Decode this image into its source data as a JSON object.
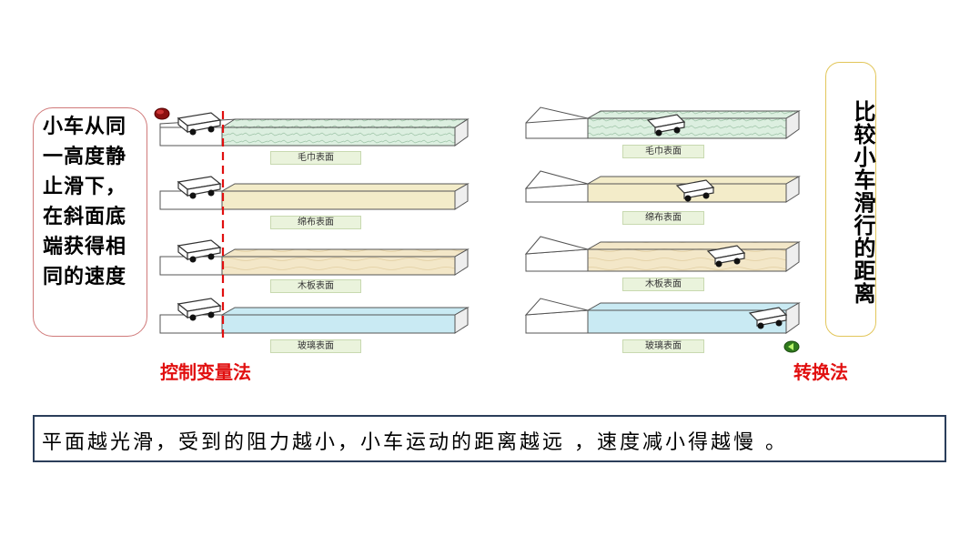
{
  "left_callout": "小车从同一高度静止滑下，在斜面底端获得相同的速度",
  "right_callout": "比较小车滑行的距离",
  "method_left": "控制变量法",
  "method_right": "转换法",
  "conclusion": "平面越光滑，受到的阻力越小，小车运动的距离越远 ，速度减小得越慢 。",
  "left_tracks": [
    {
      "surface": "毛巾表面"
    },
    {
      "surface": "绵布表面"
    },
    {
      "surface": "木板表面"
    },
    {
      "surface": "玻璃表面"
    }
  ],
  "right_tracks": [
    {
      "surface": "毛巾表面"
    },
    {
      "surface": "绵布表面"
    },
    {
      "surface": "木板表面"
    },
    {
      "surface": "玻璃表面"
    }
  ],
  "colors": {
    "accent_red": "#e10f0f",
    "towel": "#d6ead9",
    "cloth": "#f3ecc9",
    "wood": "#f1e4c3",
    "glass": "#c9eaf3",
    "record_button": "#8b1010",
    "play_button": "#2f7a1d"
  }
}
